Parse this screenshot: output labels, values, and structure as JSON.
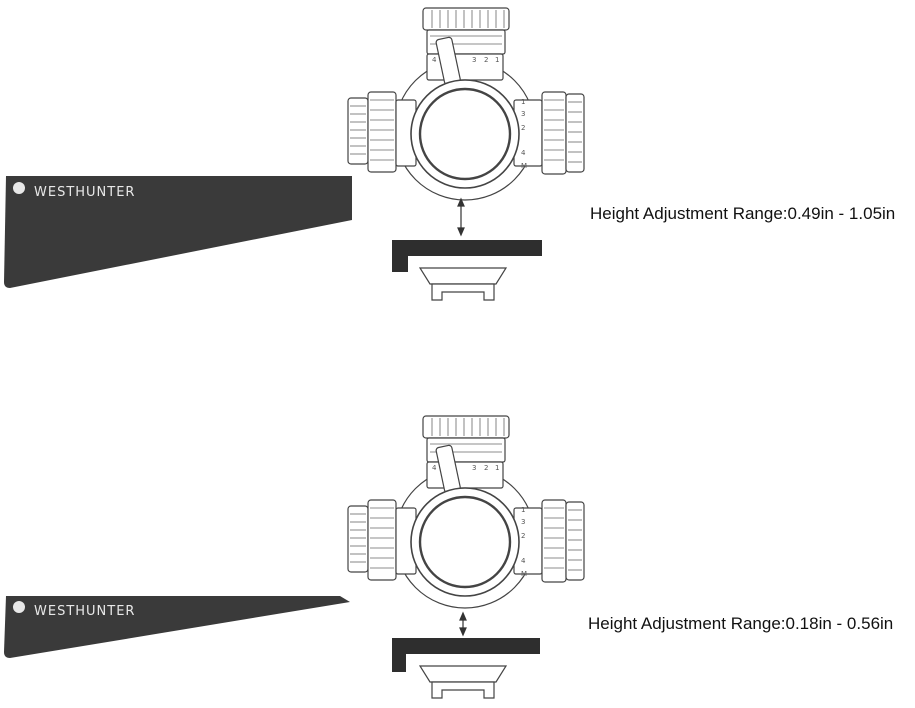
{
  "brand": {
    "name": "WESTHUNTER"
  },
  "panels": [
    {
      "caption": "Height Adjustment Range:0.49in - 1.05in",
      "dial_marks_top": [
        "4",
        "3",
        "2",
        "1"
      ],
      "dial_marks_side": [
        "1",
        "3",
        "2",
        "4",
        "M"
      ]
    },
    {
      "caption": "Height Adjustment Range:0.18in - 0.56in",
      "dial_marks_top": [
        "4",
        "3",
        "2",
        "1"
      ],
      "dial_marks_side": [
        "1",
        "3",
        "2",
        "4",
        "M"
      ]
    }
  ],
  "colors": {
    "wedge": "#3a3a3a",
    "mount": "#2e2e2e",
    "scope_line": "#444444"
  }
}
